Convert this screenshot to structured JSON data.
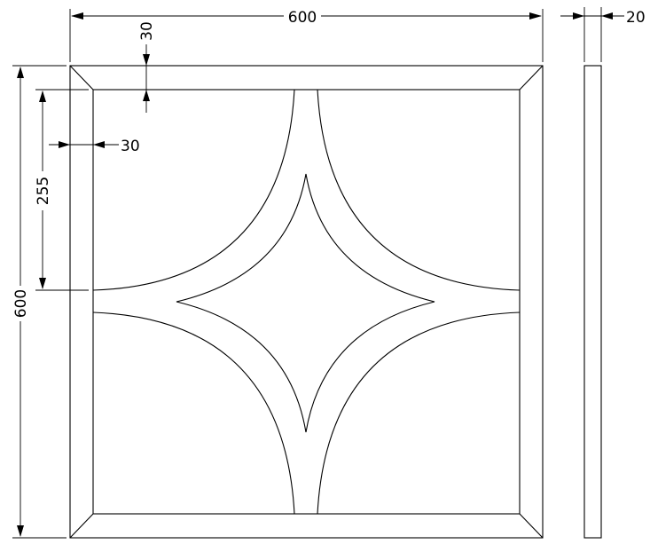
{
  "dimensions": {
    "overall_width": "600",
    "frame_thickness_top": "30",
    "frame_thickness_left": "30",
    "panel_depth": "20",
    "inner_height_segment": "255",
    "overall_height": "600"
  }
}
